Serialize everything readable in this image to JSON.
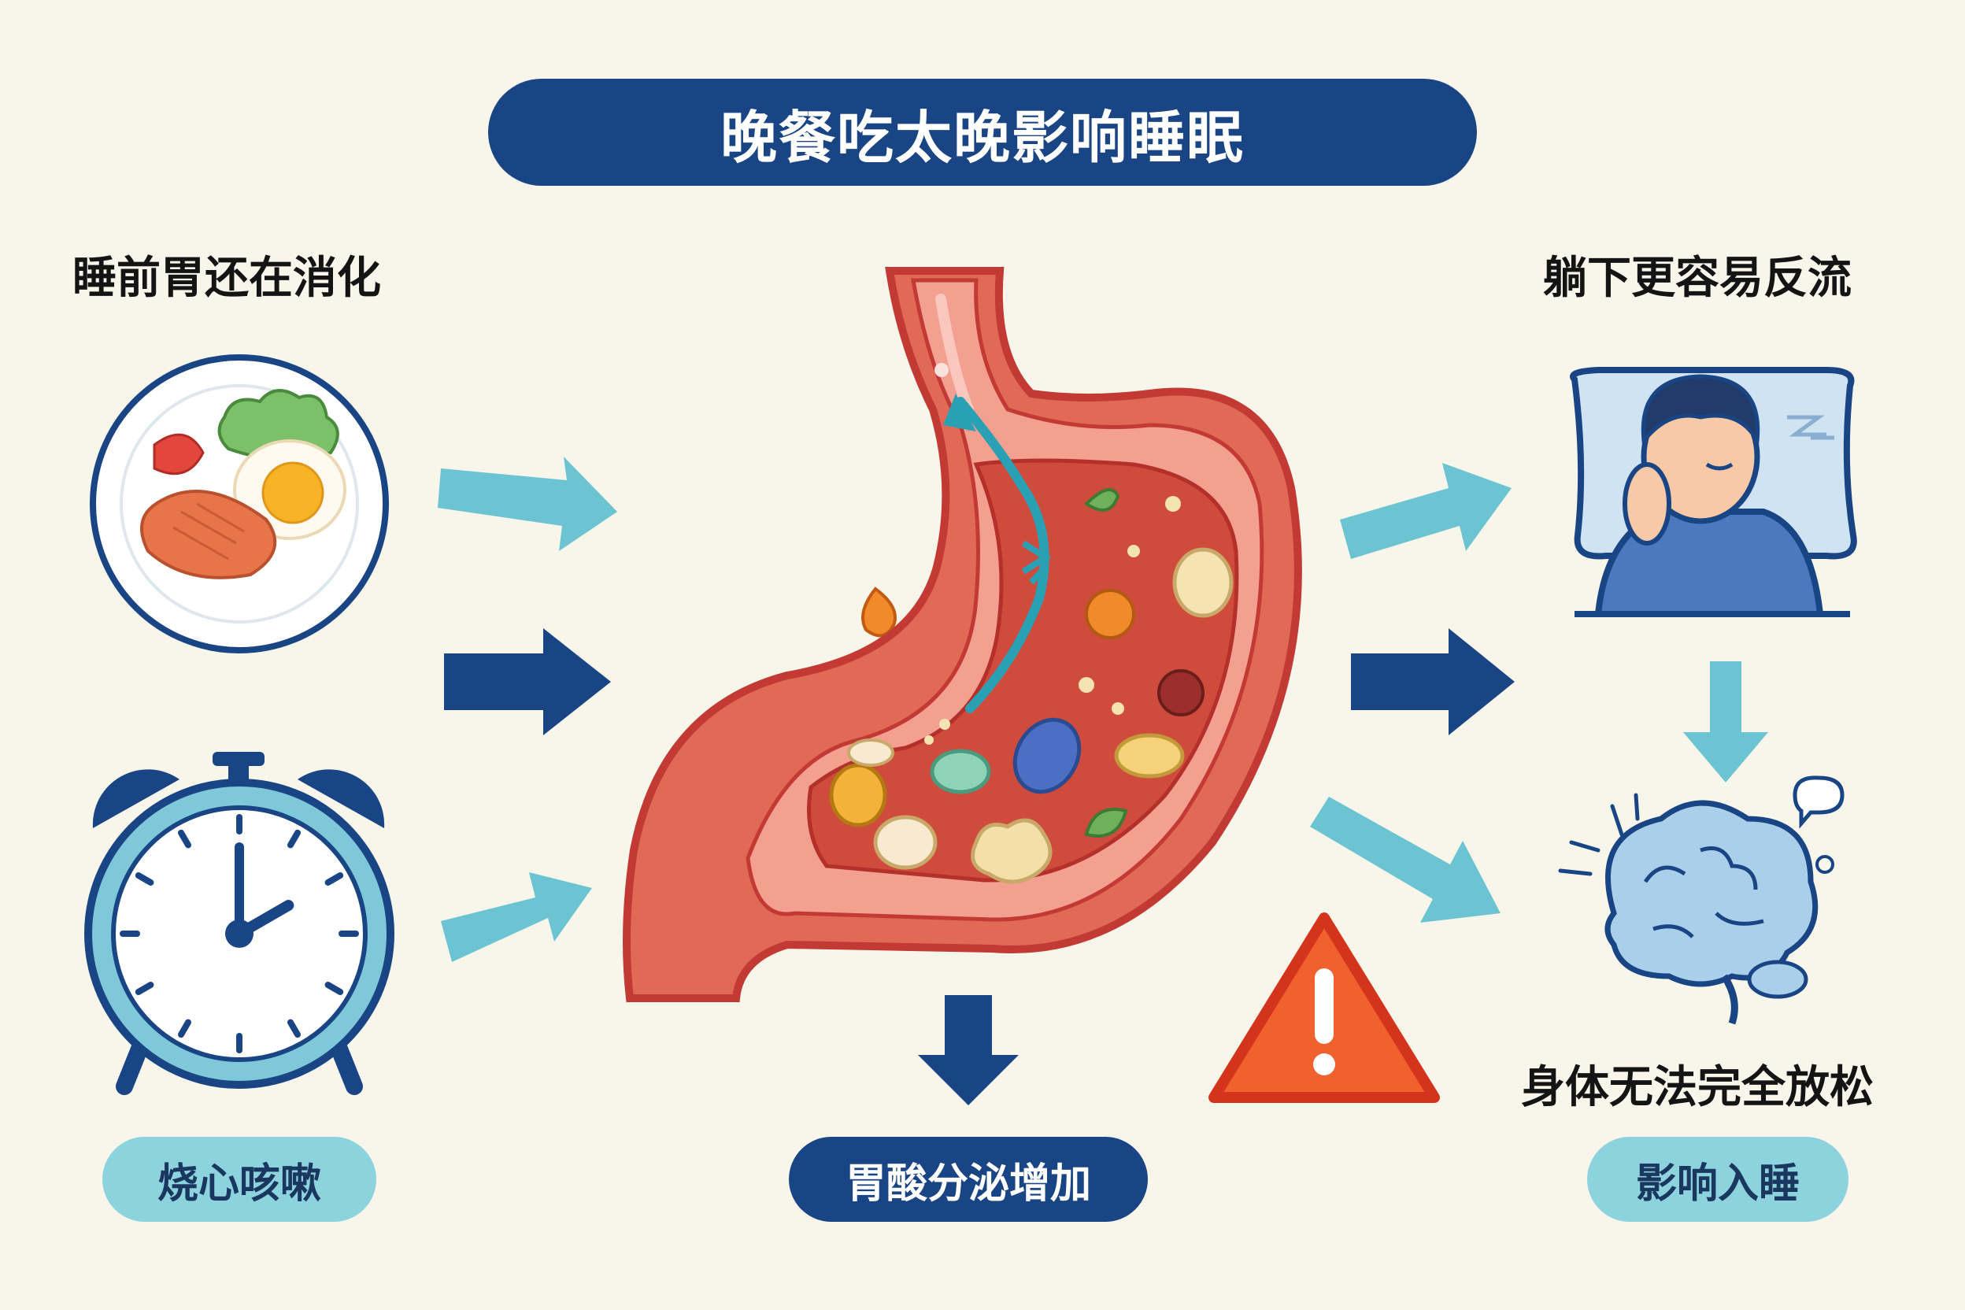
{
  "title": "晚餐吃太晚影响睡眠",
  "labels": {
    "top_left": "睡前胃还在消化",
    "top_right": "躺下更容易反流",
    "mid_right": "身体无法完全放松"
  },
  "pills": {
    "bottom_left": "烧心咳嗽",
    "bottom_center": "胃酸分泌增加",
    "bottom_right": "影响入睡"
  },
  "clock": {
    "hour": 2,
    "minute": 0
  },
  "colors": {
    "navy": "#1a4585",
    "teal": "#6cc4d2",
    "stomach": "#d9534a",
    "warning": "#f0612e"
  },
  "icons": [
    "plate-meal-icon",
    "alarm-clock-icon",
    "stomach-icon",
    "sleeping-person-icon",
    "brain-icon",
    "warning-icon"
  ]
}
